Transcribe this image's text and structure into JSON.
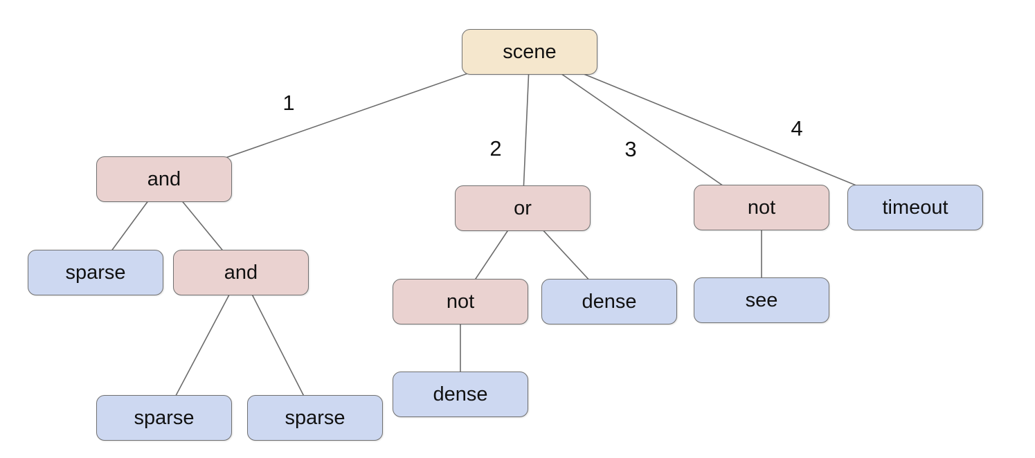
{
  "diagram": {
    "type": "tree",
    "description": "Scene expression tree",
    "colors": {
      "background": "#ffffff",
      "root_fill": "#f5e7cd",
      "operator_fill": "#ead2d0",
      "leaf_fill": "#cdd8f1",
      "node_border": "#707070",
      "edge_line": "#6b6b6b",
      "text": "#111111"
    },
    "nodes": [
      {
        "id": "scene",
        "label": "scene",
        "type": "root"
      },
      {
        "id": "and-1",
        "label": "and",
        "type": "operator"
      },
      {
        "id": "or-1",
        "label": "or",
        "type": "operator"
      },
      {
        "id": "not-1",
        "label": "not",
        "type": "operator"
      },
      {
        "id": "timeout",
        "label": "timeout",
        "type": "leaf"
      },
      {
        "id": "sparse-1",
        "label": "sparse",
        "type": "leaf"
      },
      {
        "id": "and-2",
        "label": "and",
        "type": "operator"
      },
      {
        "id": "sparse-2",
        "label": "sparse",
        "type": "leaf"
      },
      {
        "id": "sparse-3",
        "label": "sparse",
        "type": "leaf"
      },
      {
        "id": "not-2",
        "label": "not",
        "type": "operator"
      },
      {
        "id": "dense-1",
        "label": "dense",
        "type": "leaf"
      },
      {
        "id": "dense-2",
        "label": "dense",
        "type": "leaf"
      },
      {
        "id": "see",
        "label": "see",
        "type": "leaf"
      }
    ],
    "edges": [
      {
        "from": "scene",
        "to": "and-1",
        "label": "1"
      },
      {
        "from": "scene",
        "to": "or-1",
        "label": "2"
      },
      {
        "from": "scene",
        "to": "not-1",
        "label": "3"
      },
      {
        "from": "scene",
        "to": "timeout",
        "label": "4"
      },
      {
        "from": "and-1",
        "to": "sparse-1",
        "label": ""
      },
      {
        "from": "and-1",
        "to": "and-2",
        "label": ""
      },
      {
        "from": "and-2",
        "to": "sparse-2",
        "label": ""
      },
      {
        "from": "and-2",
        "to": "sparse-3",
        "label": ""
      },
      {
        "from": "or-1",
        "to": "not-2",
        "label": ""
      },
      {
        "from": "or-1",
        "to": "dense-1",
        "label": ""
      },
      {
        "from": "not-2",
        "to": "dense-2",
        "label": ""
      },
      {
        "from": "not-1",
        "to": "see",
        "label": ""
      }
    ]
  }
}
